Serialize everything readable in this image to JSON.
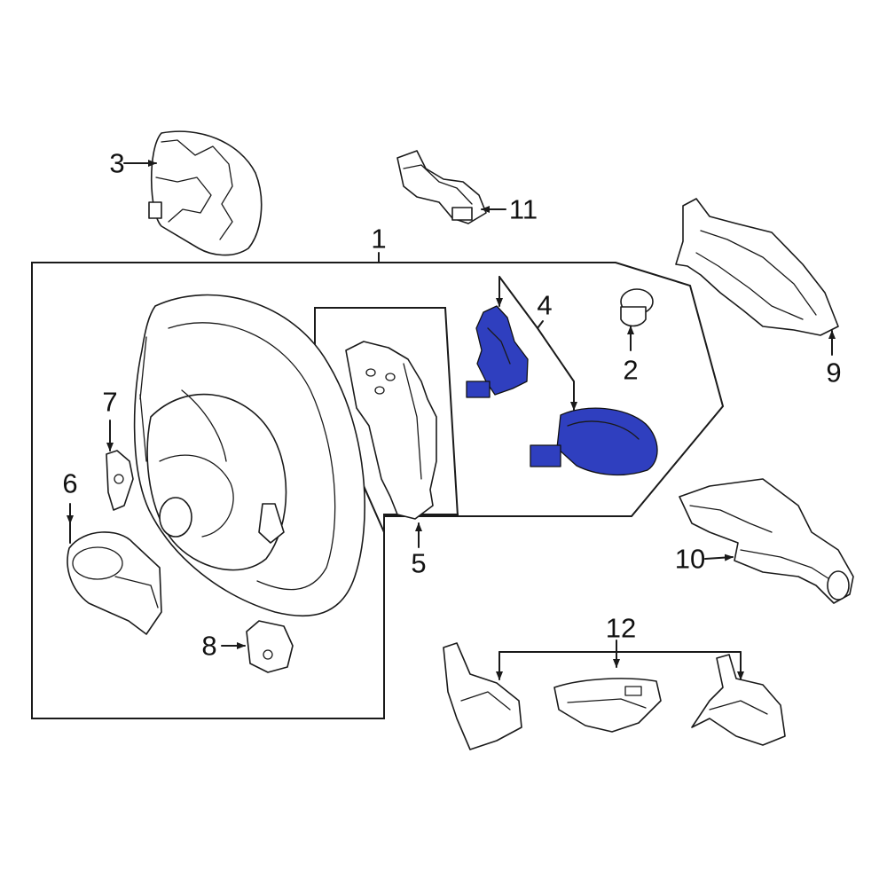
{
  "highlight_color": "#2f3fbf",
  "callouts": [
    {
      "id": "1",
      "label": "1"
    },
    {
      "id": "2",
      "label": "2"
    },
    {
      "id": "3",
      "label": "3"
    },
    {
      "id": "4",
      "label": "4"
    },
    {
      "id": "5",
      "label": "5"
    },
    {
      "id": "6",
      "label": "6"
    },
    {
      "id": "7",
      "label": "7"
    },
    {
      "id": "8",
      "label": "8"
    },
    {
      "id": "9",
      "label": "9"
    },
    {
      "id": "10",
      "label": "10"
    },
    {
      "id": "11",
      "label": "11"
    },
    {
      "id": "12",
      "label": "12"
    }
  ]
}
